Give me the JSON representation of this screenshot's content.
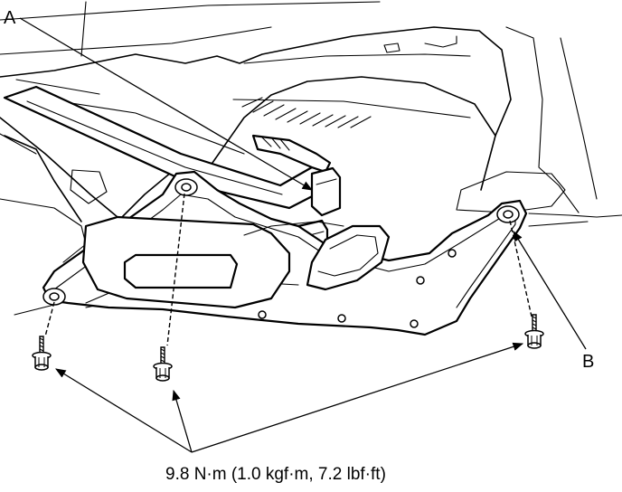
{
  "callouts": {
    "a": "A",
    "b": "B"
  },
  "torque_spec": "9.8 N·m (1.0 kgf·m, 7.2 lbf·ft)",
  "icons": {
    "bolt": "bolt-icon",
    "arrowhead": "arrowhead-icon"
  }
}
